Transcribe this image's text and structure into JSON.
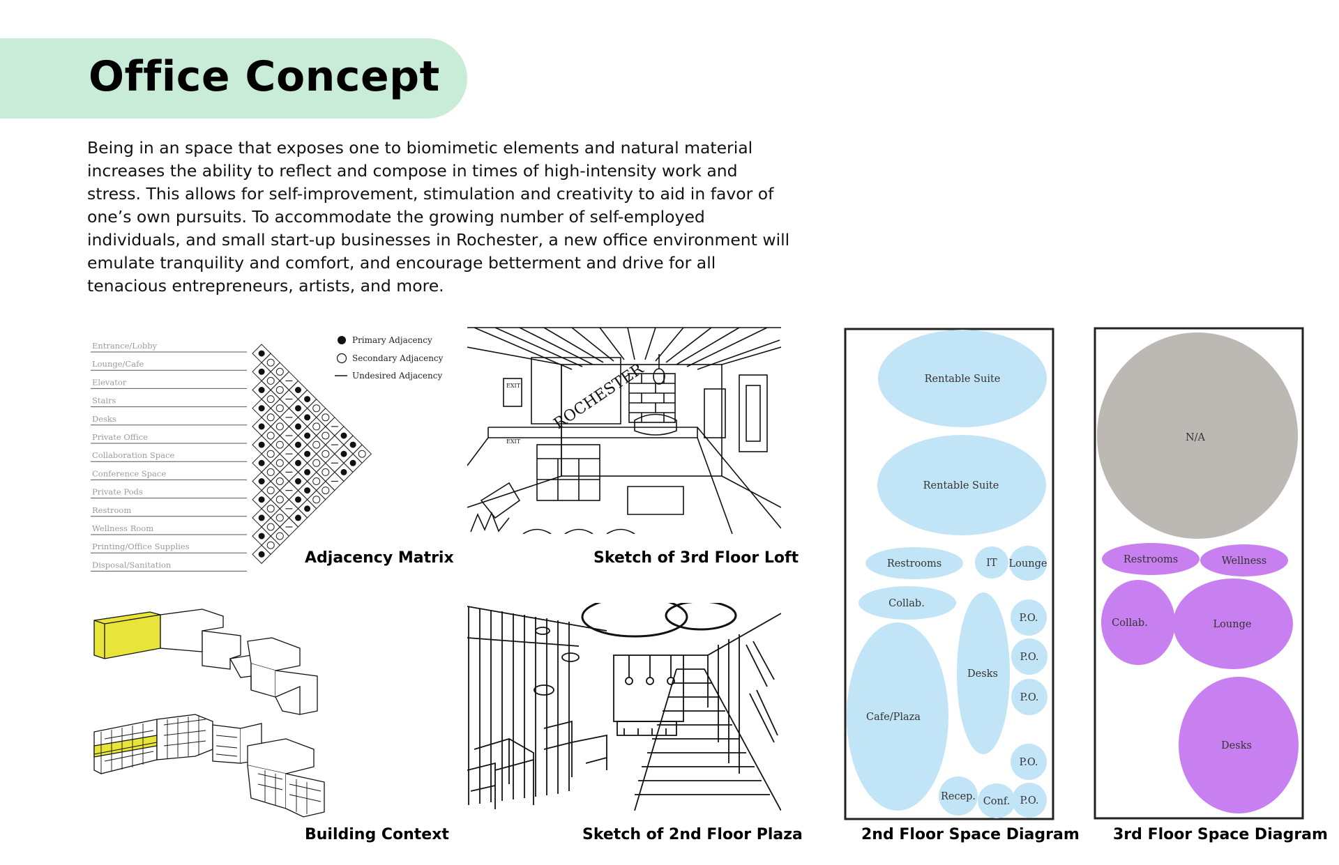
{
  "title": "Office Concept",
  "description": "Being in an space that exposes one to biomimetic elements and natural material increases the ability to reflect and compose in times of high-intensity work and stress. This allows for self-improvement, stimulation and creativity to aid in favor of one’s own pursuits. To accommodate the growing number of self-employed individuals, and small start-up businesses in Rochester, a new office environment will emulate tranquility and comfort, and encourage betterment and drive for all tenacious entrepreneurs, artists, and more.",
  "captions": {
    "adjacency": "Adjacency Matrix",
    "loft": "Sketch of 3rd Floor Loft",
    "context": "Building Context",
    "plaza": "Sketch of 2nd Floor Plaza",
    "floor2": "2nd Floor Space Diagram",
    "floor3": "3rd Floor Space Diagram"
  },
  "matrix": {
    "rooms": [
      "Entrance/Lobby",
      "Lounge/Cafe",
      "Elevator",
      "Stairs",
      "Desks",
      "Private Office",
      "Collaboration Space",
      "Conference Space",
      "Private Pods",
      "Restroom",
      "Wellness Room",
      "Printing/Office Supplies",
      "Disposal/Sanitation"
    ],
    "legend": {
      "primary": "Primary Adjacency",
      "secondary": "Secondary Adjacency",
      "undesired": "Undesired Adjacency"
    }
  },
  "sketch_text": {
    "rochester": "ROCHESTER",
    "exit1": "EXIT",
    "exit2": "EXIT"
  },
  "floor2": {
    "rentable1": "Rentable Suite",
    "rentable2": "Rentable Suite",
    "restrooms": "Restrooms",
    "it": "IT",
    "lounge": "Lounge",
    "collab": "Collab.",
    "desks": "Desks",
    "cafe": "Cafe/Plaza",
    "recep": "Recep.",
    "conf": "Conf.",
    "po": "P.O.",
    "color": "#c2e4f7"
  },
  "floor3": {
    "na": "N/A",
    "restrooms": "Restrooms",
    "wellness": "Wellness",
    "collab": "Collab.",
    "lounge": "Lounge",
    "desks": "Desks",
    "na_color": "#bcb8b3",
    "color": "#c87fef"
  }
}
